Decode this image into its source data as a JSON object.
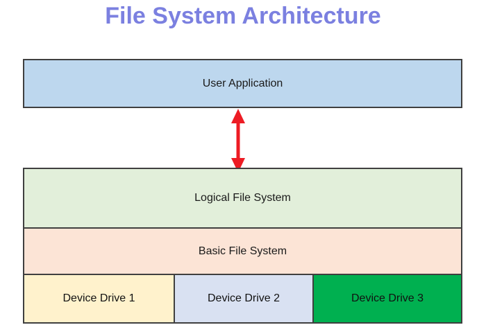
{
  "title": "File System Architecture",
  "colors": {
    "title_text": "#7b80e0",
    "box_border": "#3f3f3f",
    "arrow_red": "#ed1c24",
    "user_application_bg": "#bdd7ee",
    "logical_file_system_bg": "#e2efda",
    "basic_file_system_bg": "#fce4d6",
    "device_drive_1_bg": "#fff2cc",
    "device_drive_2_bg": "#d9e1f2",
    "device_drive_3_bg": "#00b050"
  },
  "layers": {
    "user_application": "User Application",
    "logical_file_system": "Logical File System",
    "basic_file_system": "Basic File System",
    "devices": [
      "Device Drive 1",
      "Device Drive 2",
      "Device Drive 3"
    ]
  },
  "icons": {
    "arrow": "double-headed-vertical-arrow"
  }
}
